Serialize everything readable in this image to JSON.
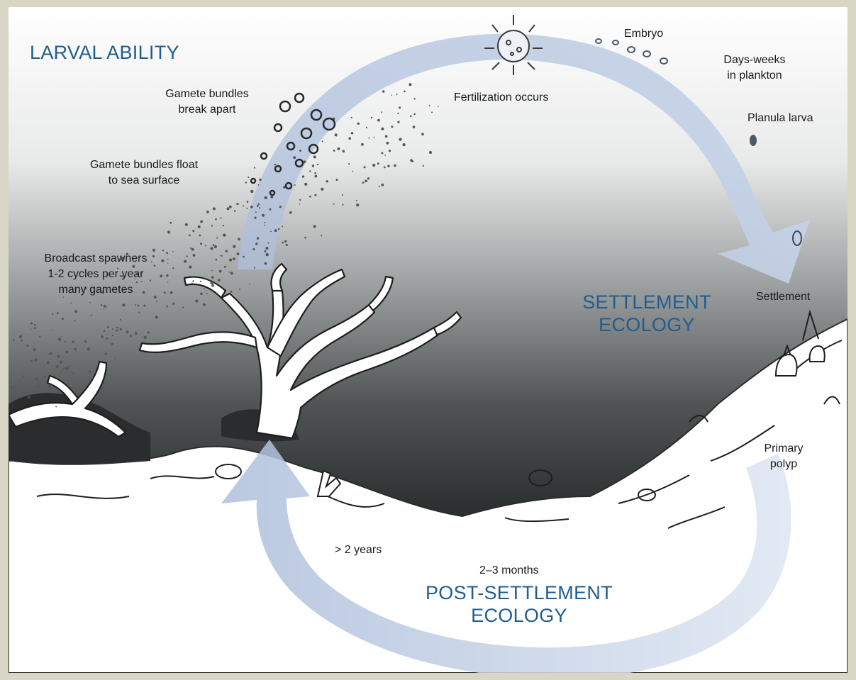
{
  "titles": {
    "larval_ability": "LARVAL ABILITY",
    "settlement_ecology": "SETTLEMENT\nECOLOGY",
    "post_settlement_ecology": "POST-SETTLEMENT\nECOLOGY"
  },
  "labels": {
    "embryo": "Embryo",
    "days_weeks": "Days-weeks\nin plankton",
    "fertilization": "Fertilization occurs",
    "bundles_break": "Gamete bundles\nbreak apart",
    "bundles_float": "Gamete bundles float\nto sea surface",
    "broadcast": "Broadcast spawners\n1-2 cycles per year\nmany gametes",
    "planula": "Planula larva",
    "settlement": "Settlement",
    "primary_polyp": "Primary\npolyp",
    "two_years": "> 2 years",
    "two_three_months": "2–3 months"
  },
  "colors": {
    "frame": "#d8d6c4",
    "title_blue": "#1f5d8f",
    "arrow": "#b9c9e0",
    "sea_dark": "#2c2f31"
  }
}
